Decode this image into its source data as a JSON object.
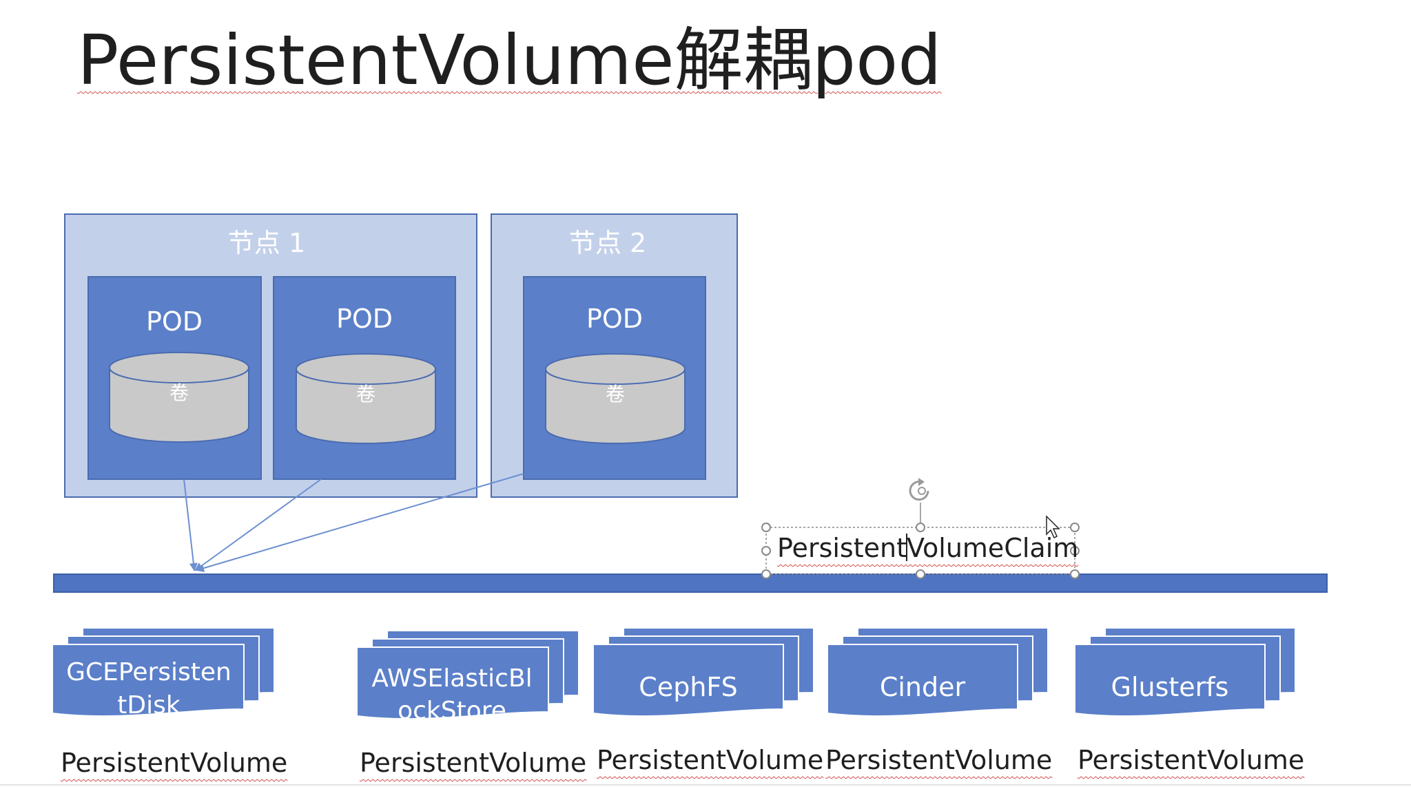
{
  "title": "PersistentVolume解耦pod",
  "nodes": [
    {
      "label": "节点 1",
      "pods": [
        {
          "label": "POD",
          "volume": "卷"
        },
        {
          "label": "POD",
          "volume": "卷"
        }
      ]
    },
    {
      "label": "节点 2",
      "pods": [
        {
          "label": "POD",
          "volume": "卷"
        }
      ]
    }
  ],
  "pvc": {
    "text_before": "Persistent",
    "text_after": "VolumeClaim"
  },
  "storage": [
    {
      "line1": "GCEPersisten",
      "line2": "tDisk",
      "label": "PersistentVolume"
    },
    {
      "line1": "AWSElasticBl",
      "line2": "ockStore",
      "label": "PersistentVolume"
    },
    {
      "line1": "CephFS",
      "line2": "",
      "label": "PersistentVolume"
    },
    {
      "line1": "Cinder",
      "line2": "",
      "label": "PersistentVolume"
    },
    {
      "line1": "Glusterfs",
      "line2": "",
      "label": "PersistentVolume"
    }
  ],
  "colors": {
    "node_fill": "#c3d0ea",
    "node_border": "#4a6bb0",
    "pod_fill": "#5b7fc9",
    "volume_fill": "#c9c9c9",
    "bar_fill": "#4f74c2",
    "arrow": "#6b8fd0",
    "text_dark": "#1f1f1f",
    "text_light": "#ffffff"
  },
  "icons": [
    "rotate-handle-icon",
    "mouse-pointer-icon"
  ]
}
